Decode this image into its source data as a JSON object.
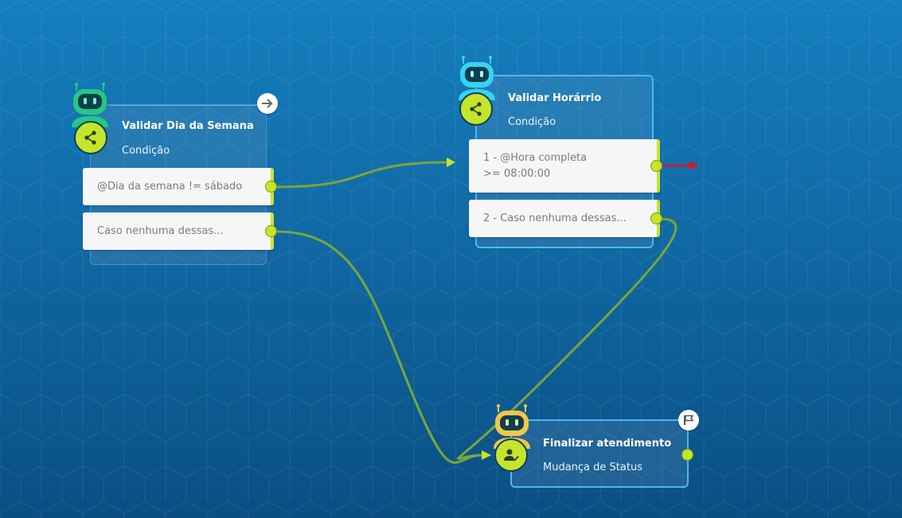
{
  "nodes": {
    "dia": {
      "title": "Validar Dia da Semana",
      "subtitle": "Condição",
      "conditions": [
        "@Dia da semana != sábado",
        "Caso nenhuma dessas..."
      ]
    },
    "horario": {
      "title": "Validar Horárrio",
      "subtitle": "Condição",
      "conditions": [
        "1 - @Hora completa >= 08:00:00",
        "2 - Caso nenhuma dessas..."
      ]
    },
    "finalizar": {
      "title": "Finalizar atendimento",
      "subtitle": "Mudança de Status"
    }
  },
  "icons": {
    "dia_robot": "robot-icon",
    "dia_badge": "share-icon",
    "dia_corner": "arrow-right-icon",
    "horario_robot": "robot-icon",
    "horario_badge": "share-icon",
    "finalizar_robot": "robot-icon",
    "finalizar_badge": "user-check-icon",
    "finalizar_corner": "flag-icon"
  },
  "colors": {
    "background": "#0d5f97",
    "accent": "#c5e52a",
    "edge": "#7aa63a",
    "selected_border": "#4db8ef",
    "robot_green": "#25c784",
    "robot_cyan": "#35d4f0",
    "robot_yellow": "#f3c64a",
    "drag_arrow": "#e0141e"
  }
}
